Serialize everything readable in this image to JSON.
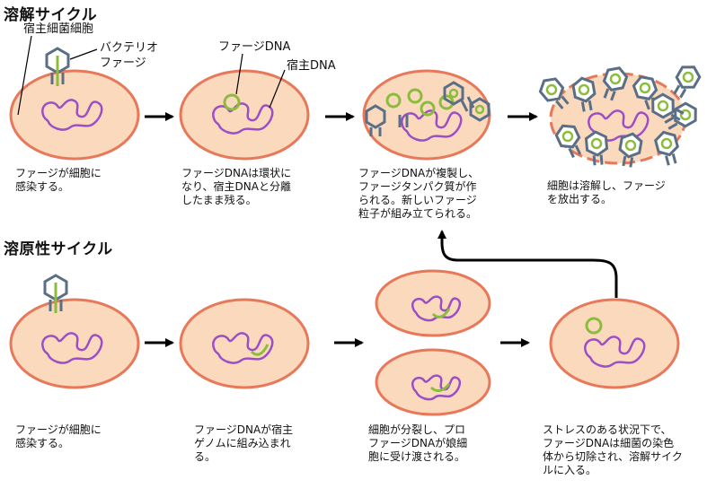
{
  "lytic": {
    "heading": "溶解サイクル",
    "label_host_cell": "宿主細菌細胞",
    "label_bacteriophage": "バクテリオ\nファージ",
    "label_phage_dna": "ファージDNA",
    "label_host_dna": "宿主DNA",
    "captions": [
      "ファージが細胞に\n感染する。",
      "ファージDNAは環状に\nなり、宿主DNAと分離\nしたまま残る。",
      "ファージDNAが複製し、\nファージタンパク質が作\nられる。新しいファージ\n粒子が組み立てられる。",
      "細胞は溶解し、ファージ\nを放出する。"
    ]
  },
  "lysogenic": {
    "heading": "溶原性サイクル",
    "captions": [
      "ファージが細胞に\n感染する。",
      "ファージDNAが宿主\nゲノムに組み込まれ\nる。",
      "細胞が分裂し、プロ\nファージDNAが娘細\n胞に受け渡される。",
      "ストレスのある状況下で、\nファージDNAは細菌の染色\n体から切除され、溶解サイク\nルに入る。"
    ]
  },
  "colors": {
    "cell_fill": "#fbd9bd",
    "cell_stroke": "#e8785a",
    "host_dna": "#9b4fc4",
    "phage_dna": "#8cbc3c",
    "phage_head": "#5a6f86",
    "arrow": "#000000"
  }
}
